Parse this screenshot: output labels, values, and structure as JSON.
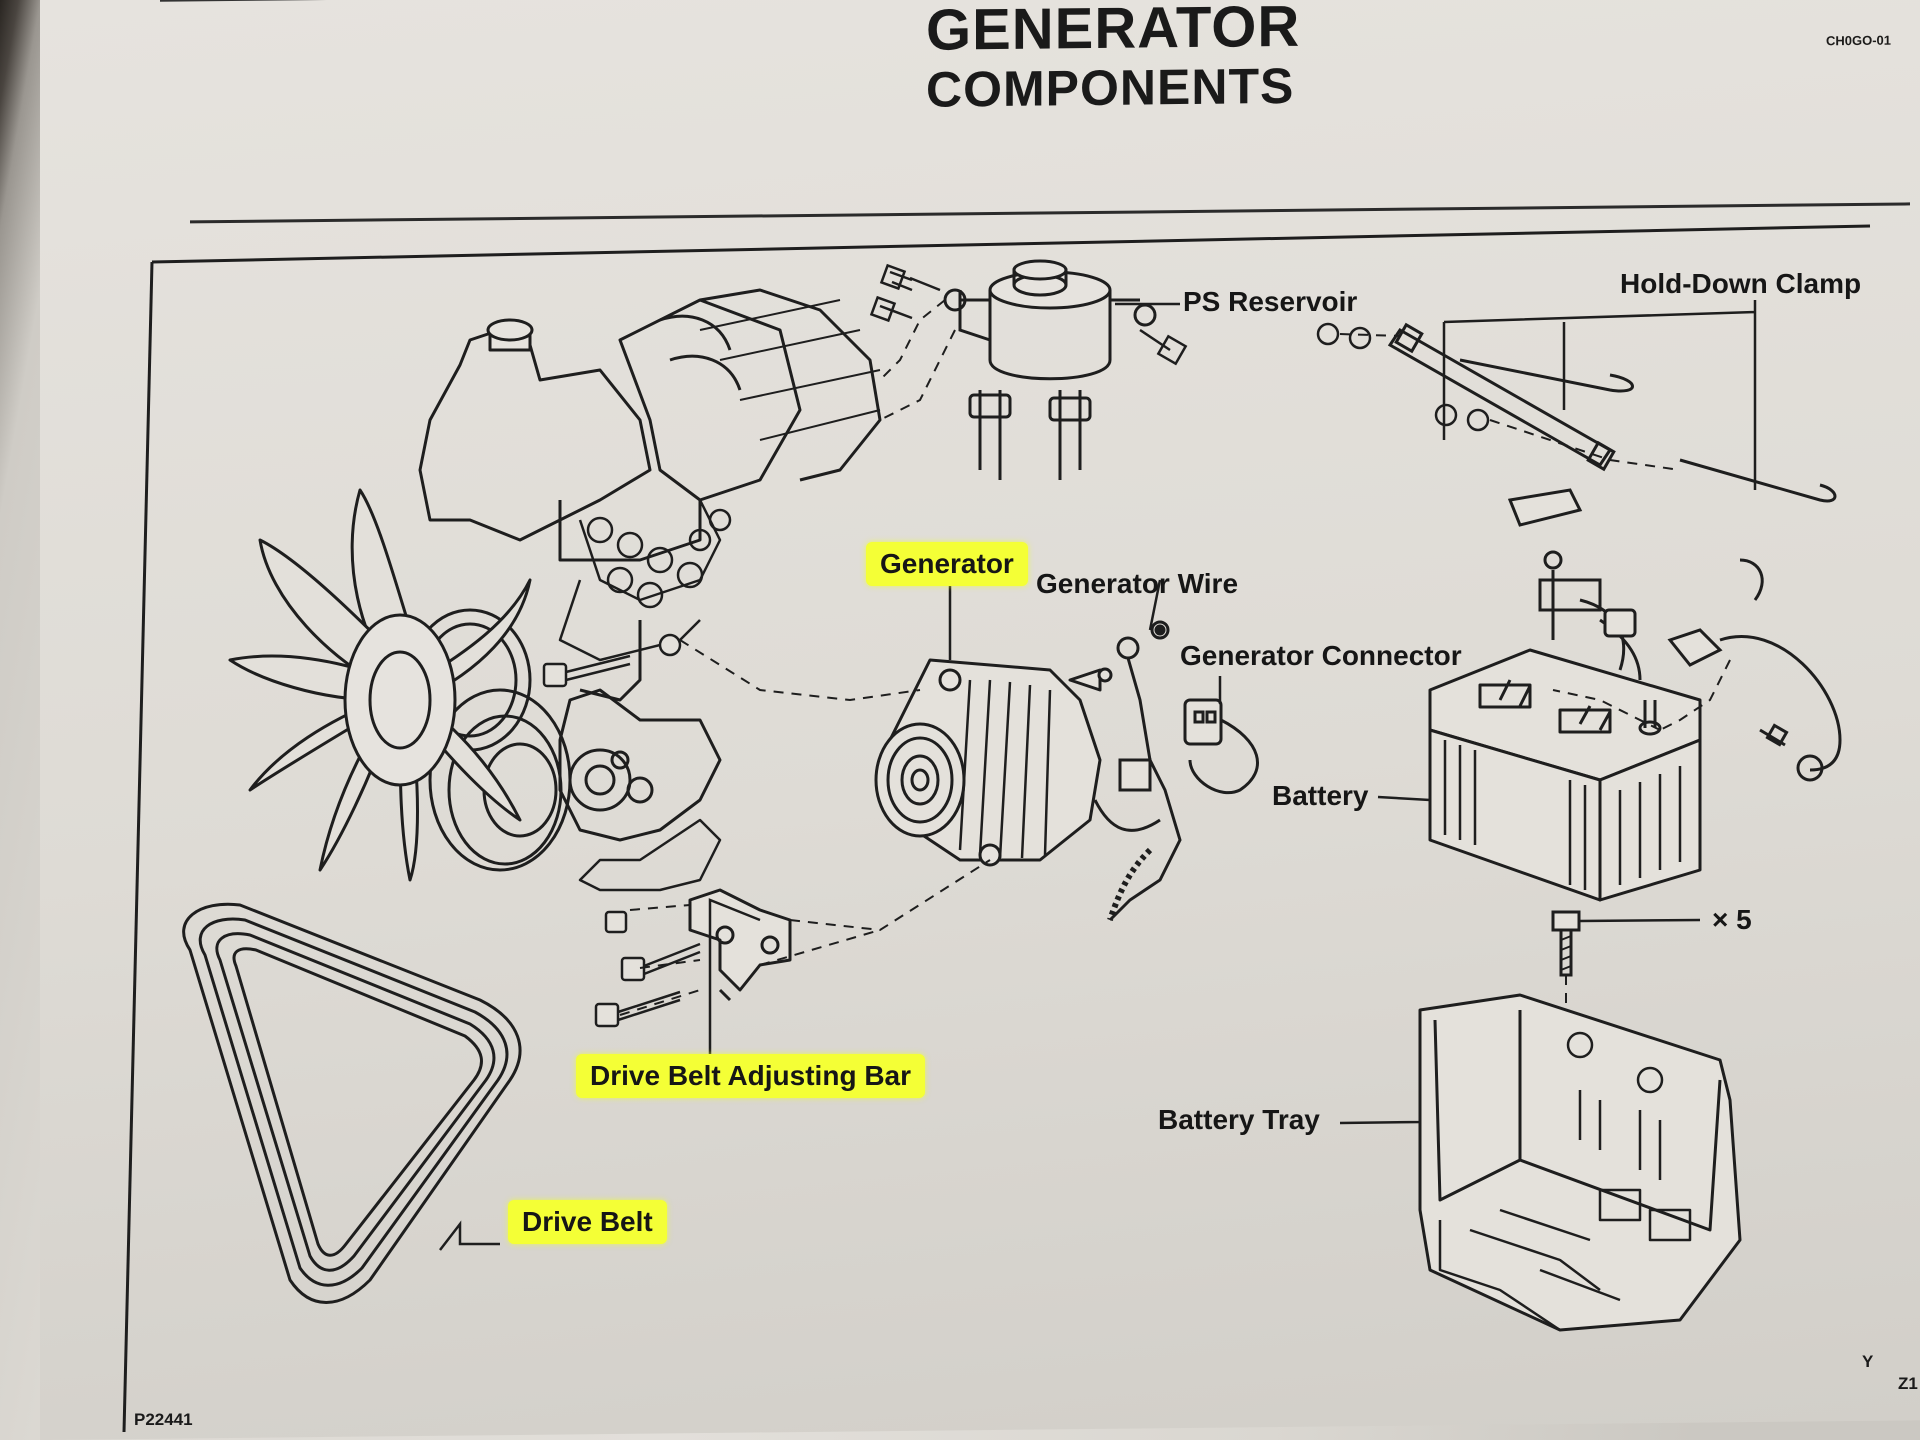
{
  "header": {
    "title_line1": "GENERATOR",
    "title_line2": "COMPONENTS",
    "doc_code": "CH0GO-01"
  },
  "labels": {
    "ps_reservoir": "PS Reservoir",
    "hold_down_clamp": "Hold-Down Clamp",
    "generator": "Generator",
    "generator_wire": "Generator Wire",
    "generator_connector": "Generator Connector",
    "battery": "Battery",
    "quantity": "× 5",
    "battery_tray": "Battery Tray",
    "drive_belt_adjusting_bar": "Drive Belt Adjusting Bar",
    "drive_belt": "Drive Belt"
  },
  "footer": {
    "figure_id": "P22441",
    "corner_mark_y": "Y",
    "corner_mark_z": "Z1"
  },
  "highlight_color": "#f4ff36"
}
